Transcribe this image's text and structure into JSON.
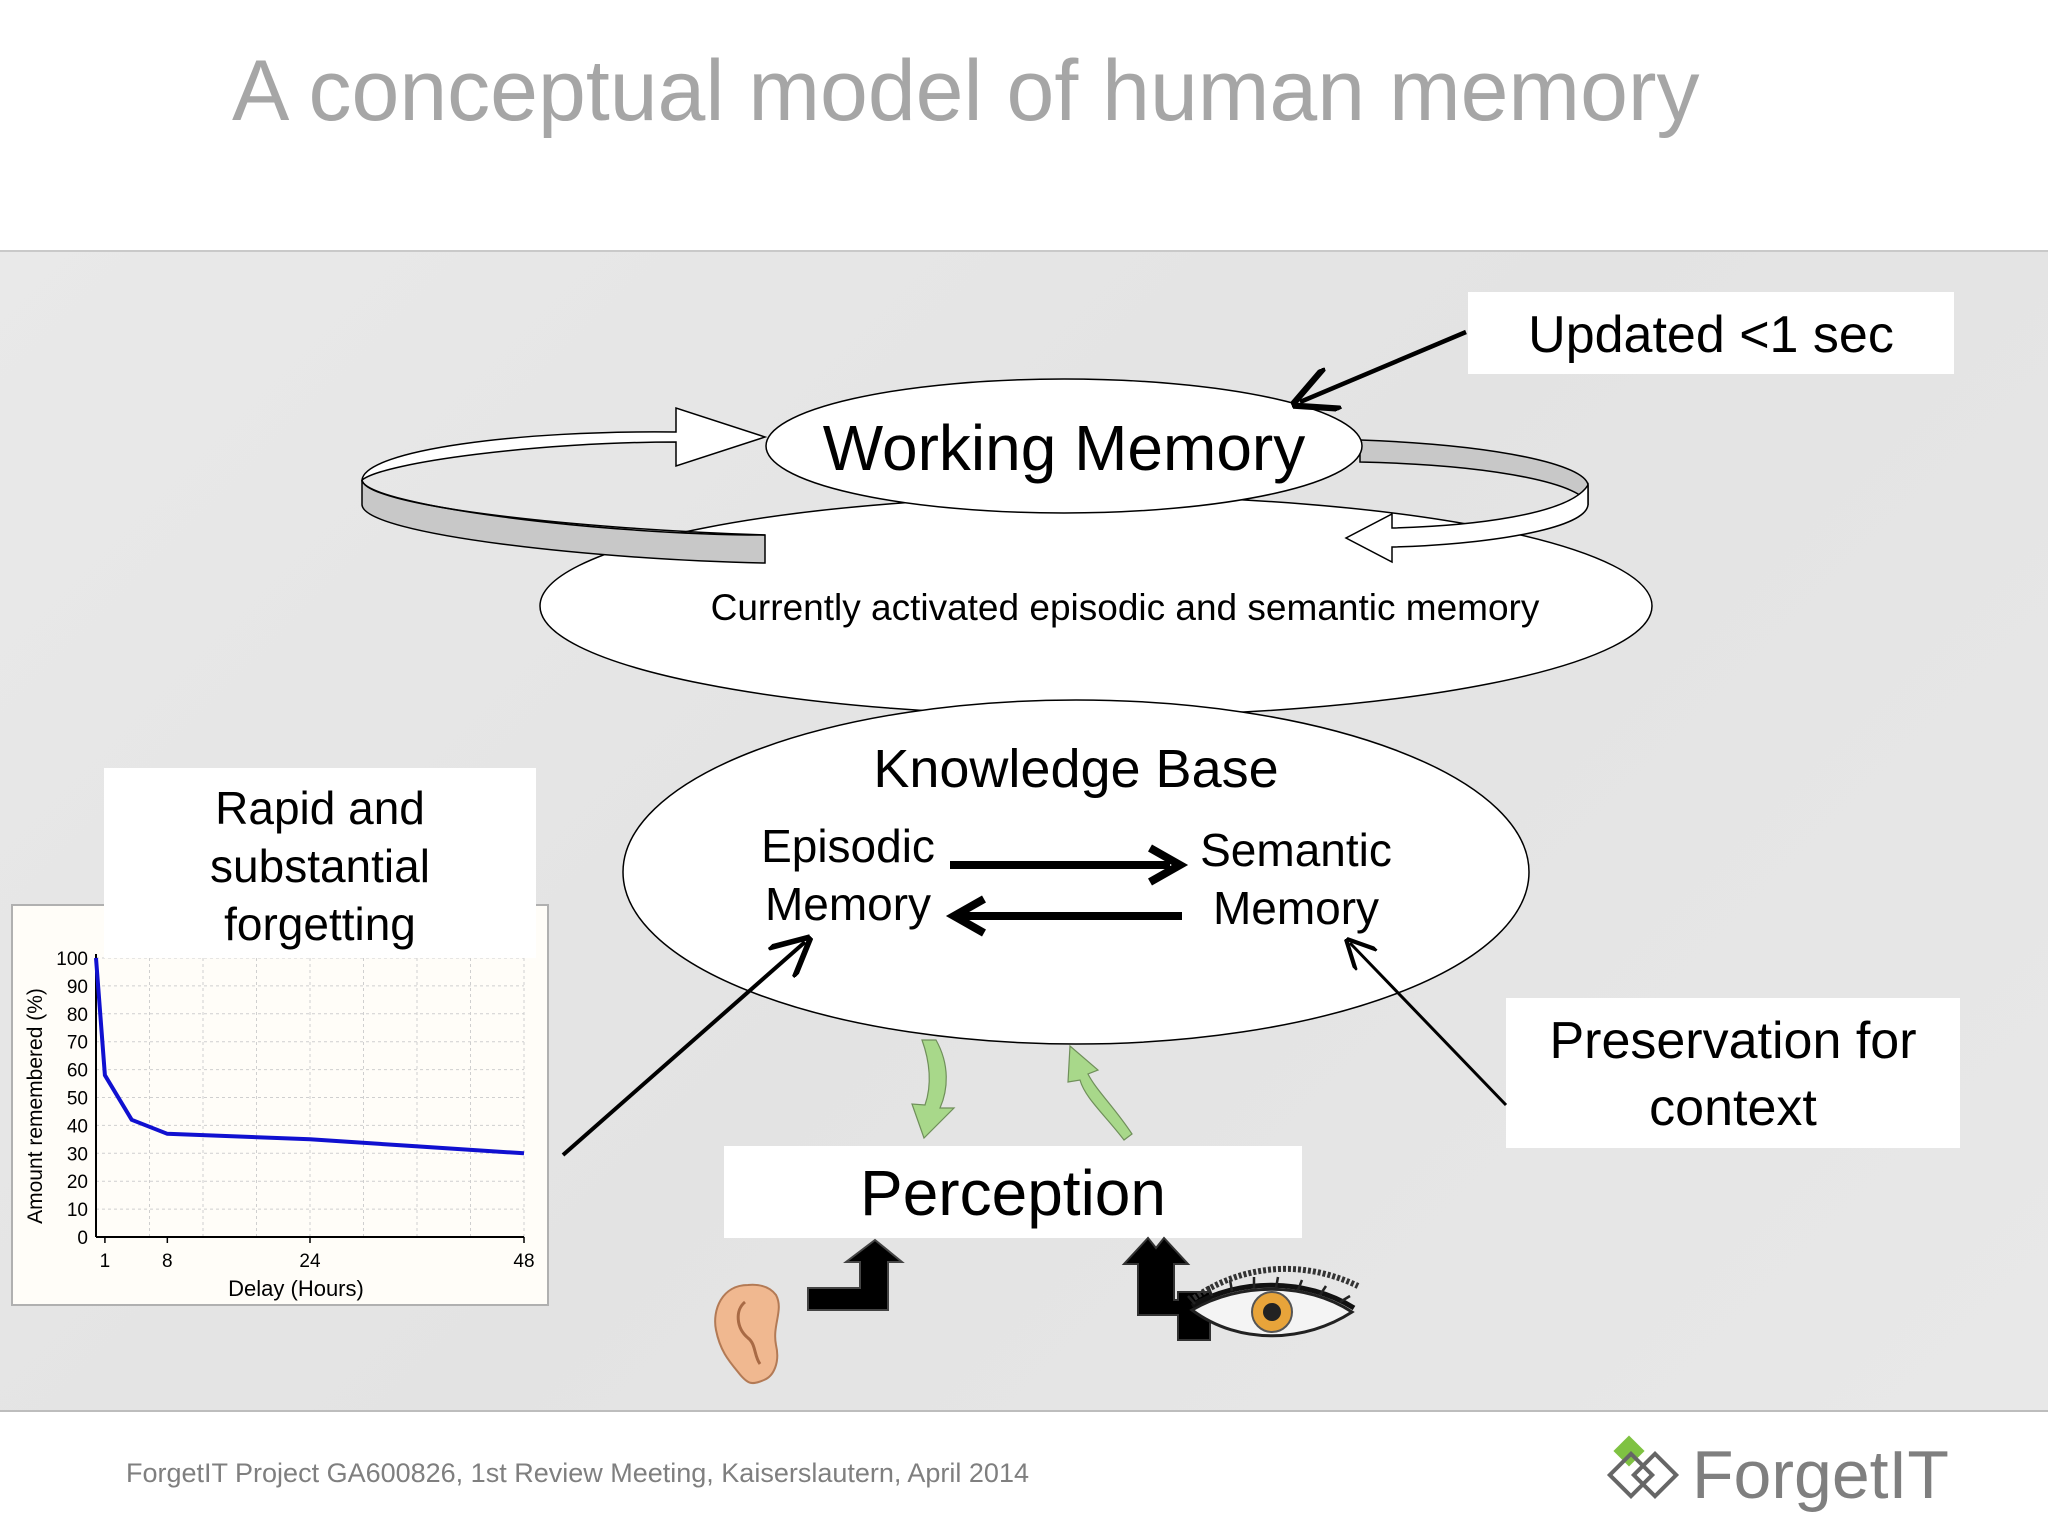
{
  "slide": {
    "title": "A conceptual model of human memory"
  },
  "diagram": {
    "updated_label": "Updated <1 sec",
    "working_memory": "Working Memory",
    "activated_memory": "Currently activated episodic and semantic memory",
    "knowledge_base": {
      "title": "Knowledge Base",
      "episodic": [
        "Episodic",
        "Memory"
      ],
      "semantic": [
        "Semantic",
        "Memory"
      ]
    },
    "forgetting_label": [
      "Rapid and",
      "substantial",
      "forgetting"
    ],
    "preservation_label": [
      "Preservation for",
      "context"
    ],
    "perception": "Perception",
    "icons": [
      "ear-icon",
      "eye-icon"
    ],
    "colors": {
      "curve": "#1010d0",
      "green_arrow": "#a8d88a"
    }
  },
  "chart_data": {
    "type": "line",
    "xlabel": "Delay (Hours)",
    "ylabel": "Amount remembered (%)",
    "x_ticks": [
      1,
      8,
      24,
      48
    ],
    "y_ticks": [
      0,
      10,
      20,
      30,
      40,
      50,
      60,
      70,
      80,
      90,
      100
    ],
    "xlim": [
      0,
      48
    ],
    "ylim": [
      0,
      100
    ],
    "grid": true,
    "series": [
      {
        "x": [
          0,
          1,
          4,
          8,
          24,
          48
        ],
        "y": [
          100,
          58,
          42,
          37,
          35,
          30
        ]
      }
    ]
  },
  "footer": {
    "text": "ForgetIT Project GA600826, 1st Review Meeting, Kaiserslautern, April 2014",
    "logo_text": "ForgetIT"
  }
}
